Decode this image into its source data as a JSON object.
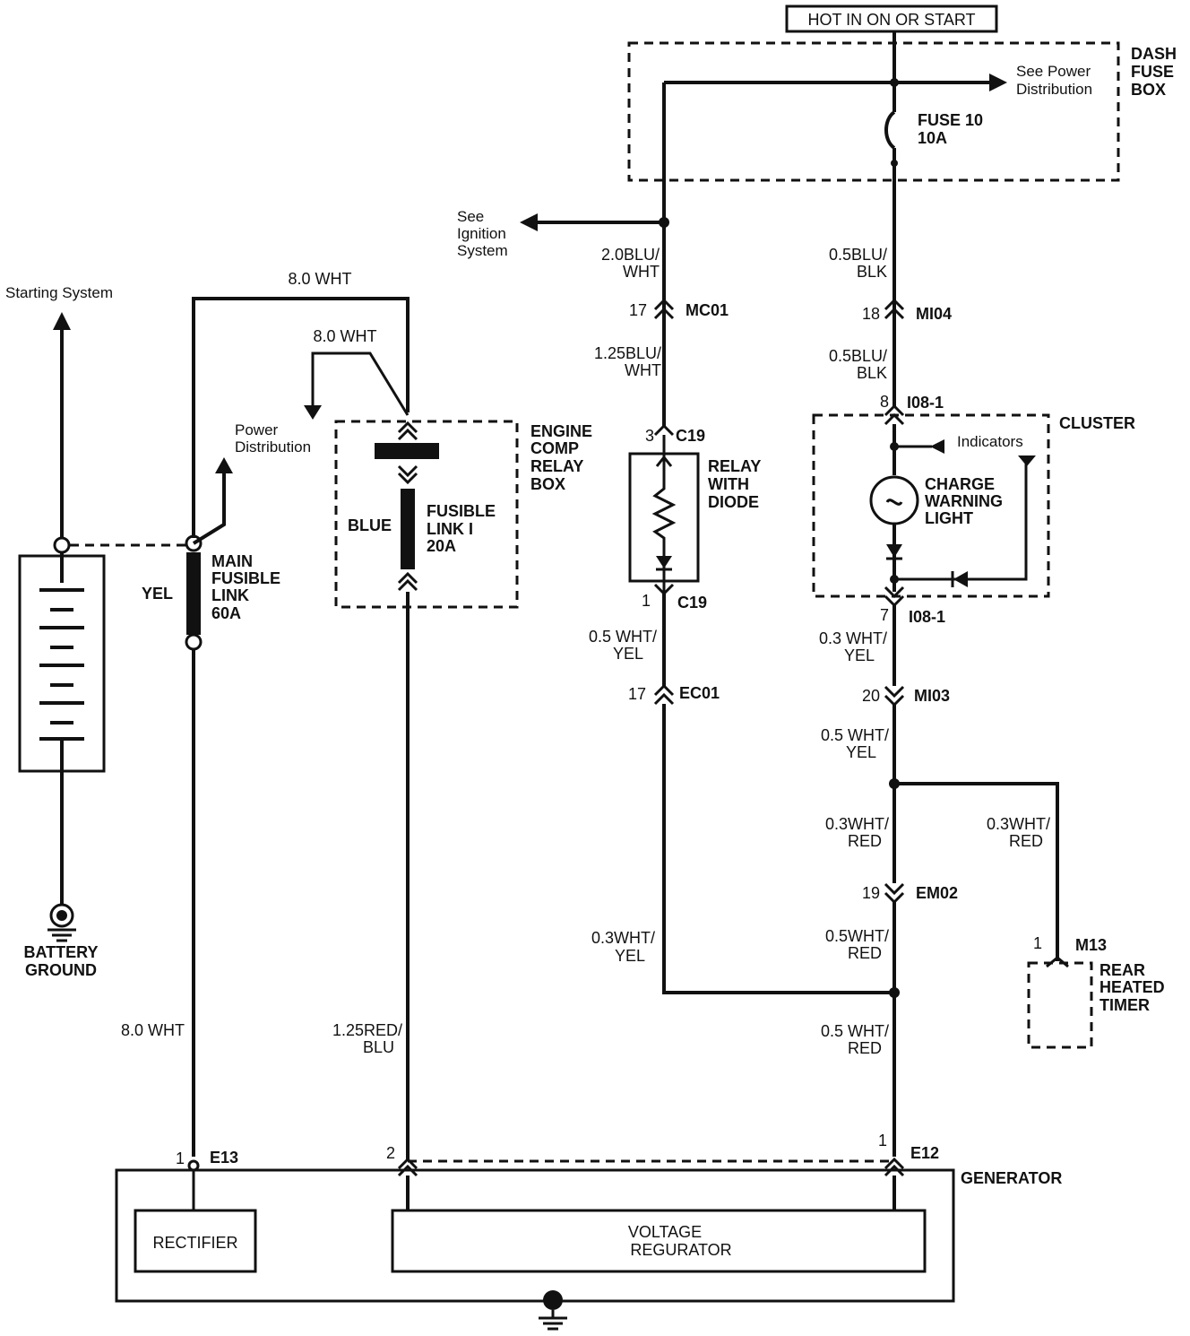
{
  "header": {
    "hot_label": "HOT IN ON OR START"
  },
  "dash_fuse_box": {
    "name": [
      "DASH",
      "FUSE",
      "BOX"
    ],
    "see_power": [
      "See Power",
      "Distribution"
    ],
    "fuse": [
      "FUSE 10",
      "10A"
    ]
  },
  "ignition": [
    "See",
    "Ignition",
    "System"
  ],
  "wires": {
    "w_20blu_wht": [
      "2.0BLU/",
      "WHT"
    ],
    "w_125blu_wht": [
      "1.25BLU/",
      "WHT"
    ],
    "w_05blu_blk_a": [
      "0.5BLU/",
      "BLK"
    ],
    "w_05blu_blk_b": [
      "0.5BLU/",
      "BLK"
    ],
    "w_80wht_top": "8.0 WHT",
    "w_80wht_mid": "8.0 WHT",
    "w_80wht_low": "8.0 WHT",
    "w_05wht_yel_relay": [
      "0.5 WHT/",
      "YEL"
    ],
    "w_03wht_yel_cluster": [
      "0.3 WHT/",
      "YEL"
    ],
    "w_05wht_yel_mi03": [
      "0.5 WHT/",
      "YEL"
    ],
    "w_03wht_red_a": [
      "0.3WHT/",
      "RED"
    ],
    "w_03wht_red_b": [
      "0.3WHT/",
      "RED"
    ],
    "w_05wht_red_a": [
      "0.5WHT/",
      "RED"
    ],
    "w_03wht_yel_low": [
      "0.3WHT/",
      "YEL"
    ],
    "w_125red_blu": [
      "1.25RED/",
      "BLU"
    ],
    "w_05wht_red_b": [
      "0.5 WHT/",
      "RED"
    ],
    "w_yel": "YEL",
    "w_blue": "BLUE"
  },
  "connectors": {
    "mc01": {
      "pin": "17",
      "name": "MC01"
    },
    "mi04": {
      "pin": "18",
      "name": "MI04"
    },
    "i08_top": {
      "pin": "8",
      "name": "I08-1"
    },
    "c19_top": {
      "pin": "3",
      "name": "C19"
    },
    "c19_bot": {
      "pin": "1",
      "name": "C19"
    },
    "i08_bot": {
      "pin": "7",
      "name": "I08-1"
    },
    "ec01": {
      "pin": "17",
      "name": "EC01"
    },
    "mi03": {
      "pin": "20",
      "name": "MI03"
    },
    "em02": {
      "pin": "19",
      "name": "EM02"
    },
    "m13": {
      "pin": "1",
      "name": "M13"
    },
    "e13": {
      "pin": "1",
      "name": "E13"
    },
    "e12": {
      "pin": "1",
      "name": "E12"
    },
    "gen2": {
      "pin": "2"
    }
  },
  "components": {
    "starting_system": "Starting System",
    "power_dist": [
      "Power",
      "Distribution"
    ],
    "engine_relay_box": [
      "ENGINE",
      "COMP",
      "RELAY",
      "BOX"
    ],
    "fusible_link": [
      "FUSIBLE",
      "LINK I",
      "20A"
    ],
    "main_fusible": [
      "MAIN",
      "FUSIBLE",
      "LINK",
      "60A"
    ],
    "relay_diode": [
      "RELAY",
      "WITH",
      "DIODE"
    ],
    "cluster": "CLUSTER",
    "indicators": "Indicators",
    "charge_light": [
      "CHARGE",
      "WARNING",
      "LIGHT"
    ],
    "battery_ground": [
      "BATTERY",
      "GROUND"
    ],
    "rear_timer": [
      "REAR",
      "HEATED",
      "TIMER"
    ],
    "generator": "GENERATOR",
    "rectifier": "RECTIFIER",
    "voltage_reg": [
      "VOLTAGE",
      "REGURATOR"
    ]
  }
}
